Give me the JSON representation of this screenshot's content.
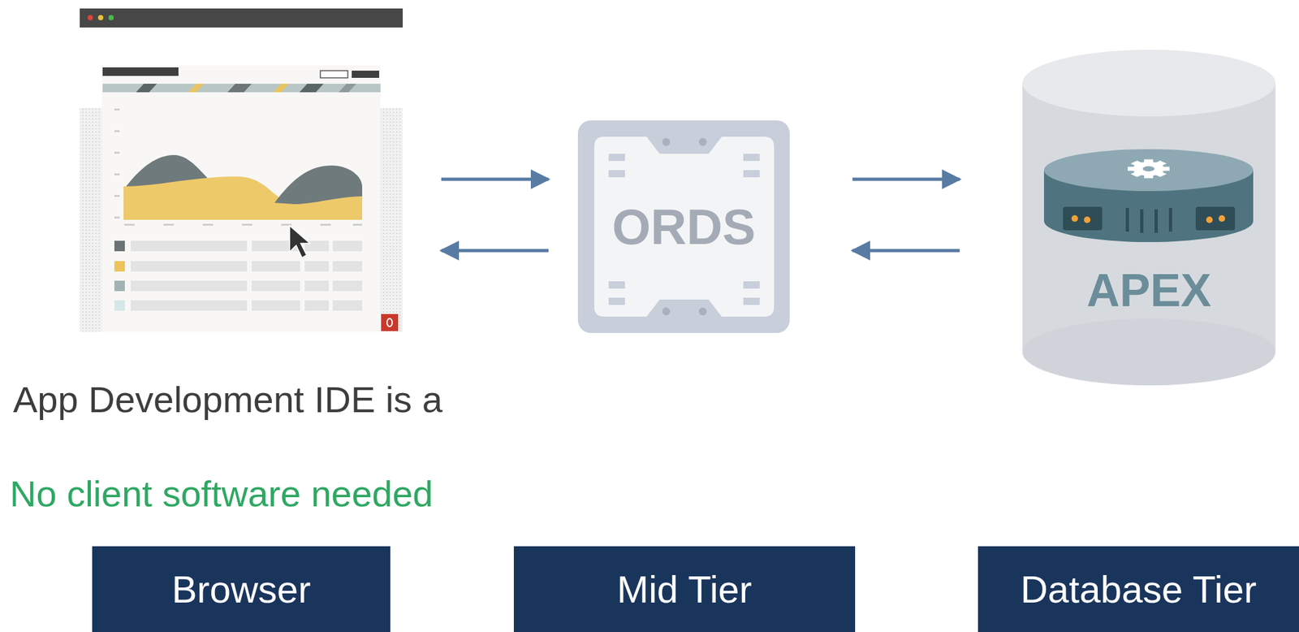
{
  "diagram": {
    "nodes": [
      {
        "text": [
          "ORDS"
        ]
      },
      {
        "text": [
          "APEX"
        ]
      },
      {
        "text": [
          "Browser"
        ]
      },
      {
        "text": [
          "Mid Tier"
        ]
      },
      {
        "text": [
          "Database Tier"
        ]
      }
    ],
    "edges": [
      {
        "from": 0,
        "to": 1,
        "arrow": "to"
      },
      {
        "from": 1,
        "to": 0,
        "arrow": "to"
      }
    ],
    "labels": [
      "App Development IDE is a",
      "No client software needed"
    ]
  }
}
